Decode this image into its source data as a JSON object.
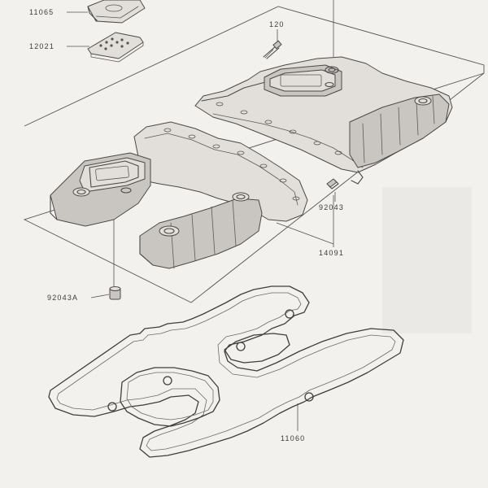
{
  "parts": {
    "breather_cover": "11065",
    "breather_plate": "12021",
    "bolt": "120",
    "cylinder_head_cover": "14091",
    "dowel_pin": "92043",
    "dowel_pin_a": "92043A",
    "gasket": "11060"
  }
}
